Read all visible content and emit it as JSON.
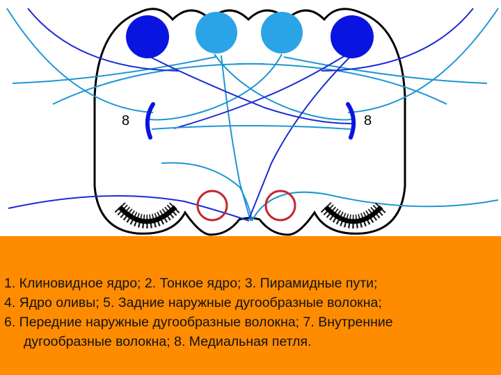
{
  "labels": {
    "left_loop_number": "8",
    "right_loop_number": "8"
  },
  "caption": {
    "line1": "1. Клиновидное ядро; 2. Тонкое ядро; 3. Пирамидные пути;",
    "line2": "4. Ядро оливы; 5. Задние наружные дугообразные волокна;",
    "line3": "6. Передние наружные дугообразные волокна; 7. Внутренние",
    "line4": "дугообразные волокна; 8. Медиальная петля."
  },
  "colors": {
    "cuneate_nucleus": "#0a14e0",
    "gracile_nucleus": "#2aa4e6",
    "fibers_light": "#1e96d2",
    "fibers_dark": "#1a2bd6",
    "pyramidal_tracts": "#c4262e",
    "olive_nucleus": "#000000",
    "caption_background": "#ff8c00"
  },
  "icons": {
    "cuneate": "filled-circle",
    "gracile": "filled-circle",
    "pyramid": "ring",
    "olive": "serrated-arc",
    "medial_lemniscus": "bracket-arc"
  }
}
